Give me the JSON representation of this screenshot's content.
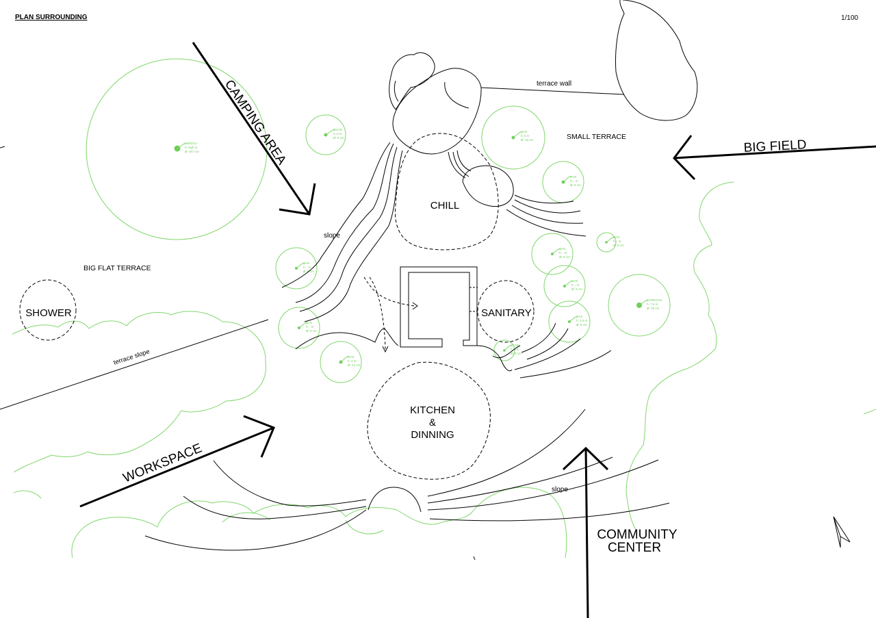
{
  "title": "PLAN SURROUNDING",
  "scale": "1/100",
  "colors": {
    "line": "#000000",
    "tree": "#7fd66b",
    "treeText": "#6fcf5a"
  },
  "zones": {
    "chill": "CHILL",
    "sanitary": "SANITARY",
    "kitchen_line1": "KITCHEN",
    "kitchen_line2": "&",
    "kitchen_line3": "DINNING",
    "shower": "SHOWER"
  },
  "arrows": {
    "camping_area": "CAMPING AREA",
    "big_field": "BIG FIELD",
    "workspace": "WORKSPACE",
    "community_line1": "COMMUNITY",
    "community_line2": "CENTER"
  },
  "labels": {
    "terrace_wall": "terrace wall",
    "small_terrace": "SMALL TERRACE",
    "big_flat_terrace": "BIG FLAT TERRACE",
    "slope_top": "slope",
    "slope_bottom": "slope",
    "terrace_slope": "terrace slope"
  },
  "trees": [
    {
      "name": "MIMOSA",
      "h": "h: high m",
      "d": "Ø: 357 cm"
    },
    {
      "name": "OLIVE",
      "h": "h: 8 m",
      "d": "Ø: 8 cm"
    },
    {
      "name": "OAK",
      "h": "h: 8 m",
      "d": "Ø: 10 cm"
    },
    {
      "name": "OAK",
      "h": "h: - m",
      "d": "Ø: 8 cm"
    },
    {
      "name": "OAK",
      "h": "h: - m",
      "d": "Ø: 8 cm"
    },
    {
      "name": "OAK",
      "h": "h: - m",
      "d": "Ø: 8 cm"
    },
    {
      "name": "OAK",
      "h": "h: - m",
      "d": "Ø: 8 cm"
    },
    {
      "name": "CORKOAK",
      "h": "h: 7.5 m",
      "d": "Ø: 35 cm"
    },
    {
      "name": "OAK",
      "h": "h: 3.5 m",
      "d": "Ø: 8 cm"
    },
    {
      "name": "OAK",
      "h": "h: - m",
      "d": "Ø: 8 cm"
    },
    {
      "name": "OAK",
      "h": "h: - m",
      "d": "Ø: 8 cm"
    },
    {
      "name": "OAK",
      "h": "h: 4 m",
      "d": "Ø: 12 cm"
    },
    {
      "name": "OLIVE",
      "h": "h: 4 m",
      "d": "Ø: 8 cm"
    }
  ]
}
